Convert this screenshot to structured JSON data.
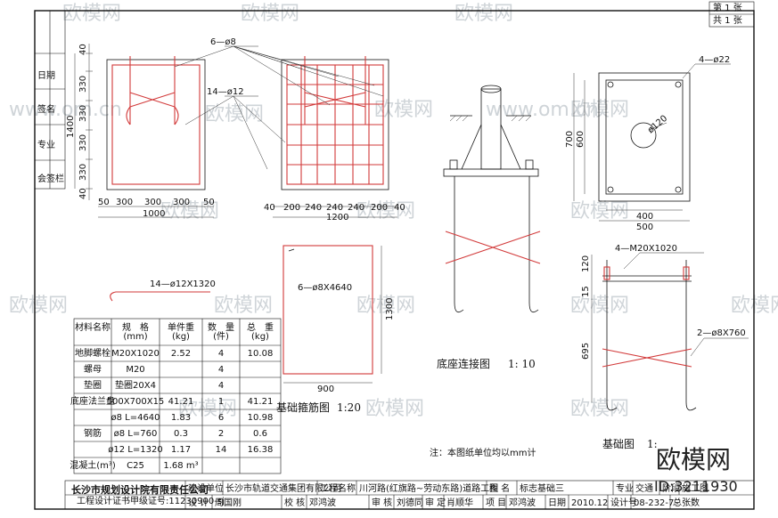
{
  "rev_box": [
    "第 1 张",
    "共 1 张"
  ],
  "left_strip": [
    "日期",
    "签名",
    "专业",
    "会签栏"
  ],
  "dims": {
    "plan_a_vertical": [
      "40",
      "330",
      "330",
      "1400",
      "330",
      "330",
      "40"
    ],
    "plan_a_bottom": [
      "50",
      "300",
      "300",
      "300",
      "50"
    ],
    "plan_a_total": "1000",
    "plan_b_bottom": [
      "40",
      "200",
      "240",
      "240",
      "240",
      "200",
      "40"
    ],
    "plan_b_total": "1200",
    "callout_stirrup": "6—ø8",
    "callout_main": "14—ø12",
    "plate_hole": "4—ø22",
    "plate_circle": "ø120",
    "plate_h": [
      "700",
      "600"
    ],
    "plate_w": [
      "400",
      "500"
    ],
    "anchor_callout": "4—M20X1020",
    "anchor_dims": [
      "120",
      "15",
      "695"
    ],
    "tie_callout": "2—ø8X760",
    "bent_bar_label": "14—ø12X1320",
    "stirrup_label": "6—ø8X4640",
    "stirrup_w": "900",
    "stirrup_h": "1300"
  },
  "titles": {
    "rebar_view": "基础箍筋图",
    "rebar_scale": "1:20",
    "base_view": "底座连接图",
    "base_scale": "1: 10",
    "foundation": "基础图",
    "foundation_scale": "1:"
  },
  "note": "注：本图纸单位均以mm计",
  "table": {
    "headers": [
      "材料名称",
      "规　格\n(mm)",
      "单件重\n(kg)",
      "数　量\n(件)",
      "总　重\n(kg)"
    ],
    "rows": [
      [
        "地脚螺栓",
        "M20X1020",
        "2.52",
        "4",
        "10.08"
      ],
      [
        "螺母",
        "M20",
        "",
        "4",
        ""
      ],
      [
        "垫圈",
        "垫圈20X4",
        "",
        "4",
        ""
      ],
      [
        "底座法兰盘",
        "500X700X15",
        "41.21",
        "1",
        "41.21"
      ],
      [
        "",
        "ø8 L=4640",
        "1.83",
        "6",
        "10.98"
      ],
      [
        "钢筋",
        "ø8 L=760",
        "0.3",
        "2",
        "0.6"
      ],
      [
        "",
        "ø12 L=1320",
        "1.17",
        "14",
        "16.38"
      ],
      [
        "混凝土(m³)",
        "C25",
        "1.68 m³",
        "",
        ""
      ]
    ]
  },
  "title_block": {
    "company": "长沙市规划设计院有限责任公司",
    "cert": "工程设计证书甲级证号:11230900-sj",
    "row1": [
      "建设单位",
      "长沙市轨道交通集团有限公司",
      "工程名称",
      "川河路(红旗路~劳动东路)道路工程",
      "图 名",
      "标志基础三",
      "专业",
      "交通",
      "阶段",
      "施工图"
    ],
    "row2": [
      "设 计",
      "周国刚",
      "校 核",
      "邓鸿波",
      "审 核",
      "刘德同",
      "审 定",
      "肖顺华",
      "项 目",
      "邓鸿波",
      "日期",
      "2010.12",
      "设计号",
      "08-232-7",
      "总张数"
    ]
  },
  "watermark": {
    "text": "欧模网",
    "small": "www.om.cn",
    "id": "ID:3211930"
  }
}
